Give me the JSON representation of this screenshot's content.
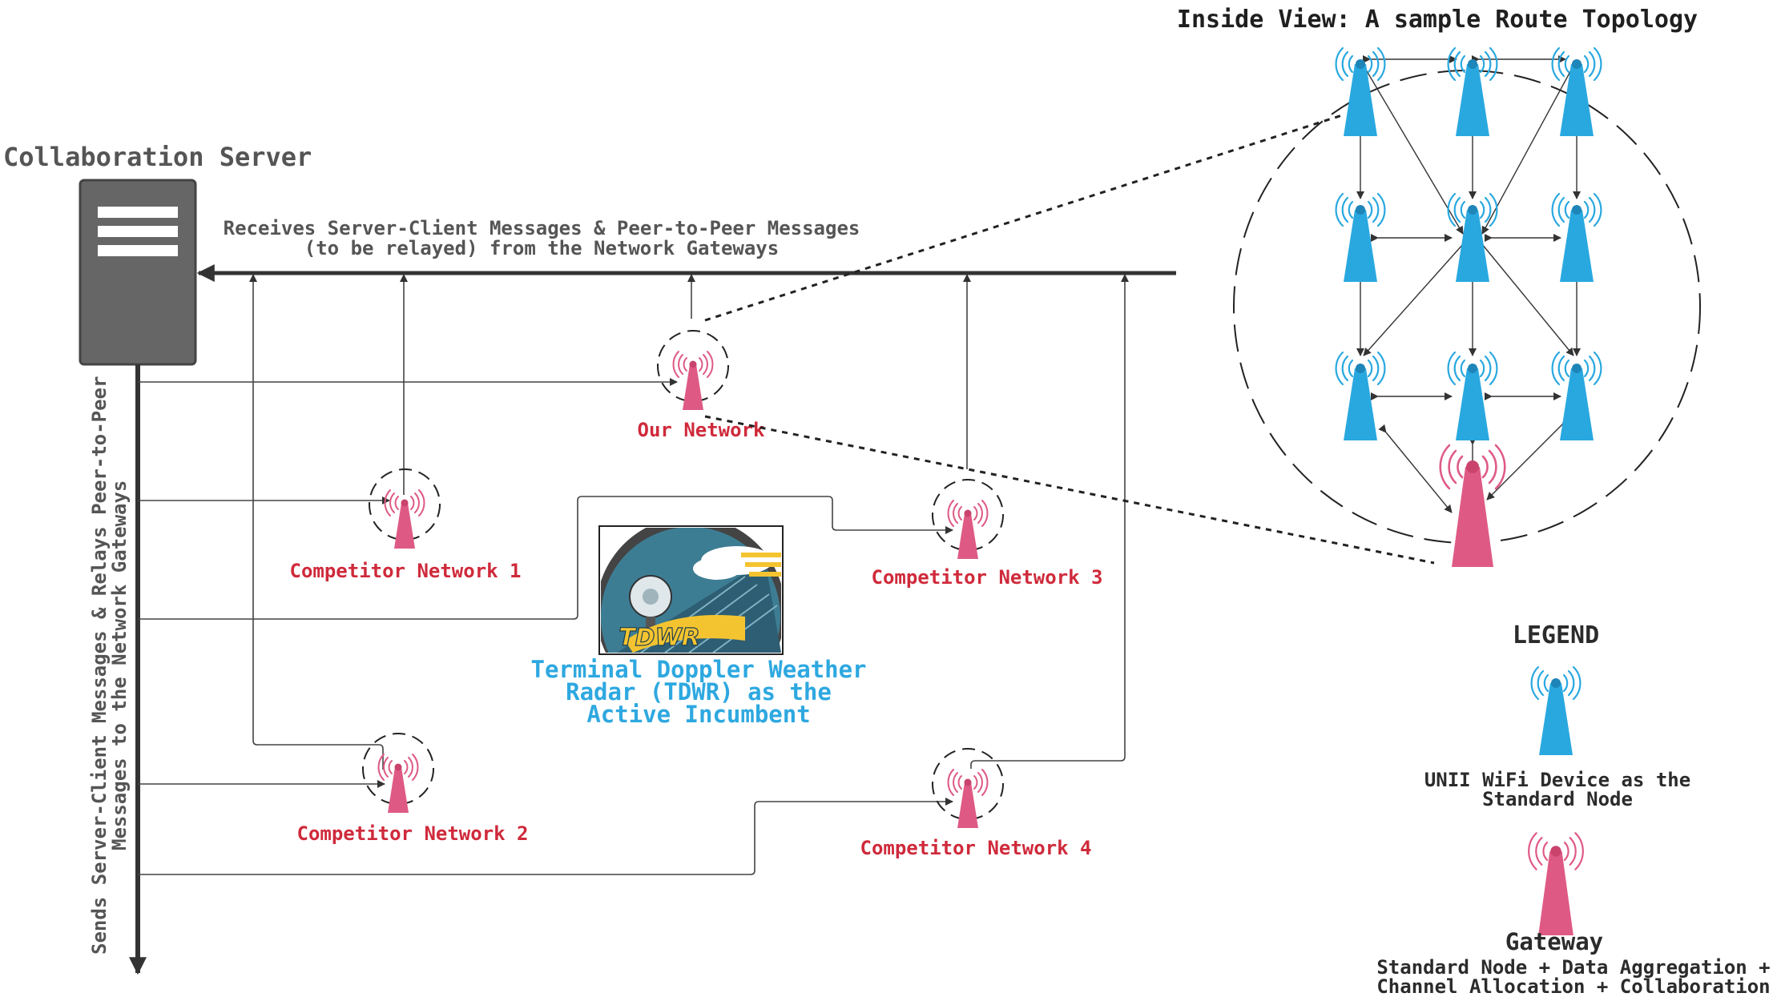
{
  "title": "Inside View: A sample Route Topology",
  "server": {
    "label": "Collaboration Server",
    "top_message_line1": "Receives Server-Client Messages & Peer-to-Peer Messages",
    "top_message_line2": "(to be relayed) from the Network Gateways",
    "side_message_line1": "Sends Server-Client Messages & Relays Peer-to-Peer",
    "side_message_line2": "Messages to the Network Gateways"
  },
  "networks": {
    "ours": "Our Network",
    "competitor1": "Competitor Network 1",
    "competitor2": "Competitor Network 2",
    "competitor3": "Competitor Network 3",
    "competitor4": "Competitor Network 4"
  },
  "incumbent": {
    "logo_text": "TDWR",
    "line1": "Terminal Doppler Weather",
    "line2": "Radar (TDWR) as the",
    "line3": "Active Incumbent"
  },
  "legend": {
    "title": "LEGEND",
    "standard_line1": "UNII WiFi Device as the",
    "standard_line2": "Standard Node",
    "gateway_title": "Gateway",
    "gateway_line1": "Standard Node + Data Aggregation +",
    "gateway_line2": "Channel Allocation + Collaboration"
  },
  "colors": {
    "standard_node": "#29a8e0",
    "gateway_node": "#de5a84",
    "network_label": "#cf2a3b",
    "incumbent_label": "#2ea8e0",
    "server": "#666666"
  },
  "icons": {
    "standard_node": "wifi-tower-icon",
    "gateway_node": "gateway-tower-icon",
    "server": "server-icon",
    "incumbent_logo": "tdwr-logo-icon"
  }
}
